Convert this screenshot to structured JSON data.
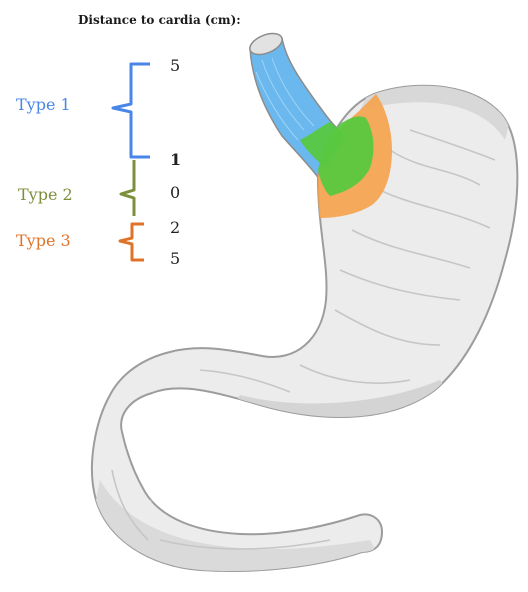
{
  "header": {
    "title": "Distance to cardia (cm):"
  },
  "types": [
    {
      "label": "Type 1",
      "color": "#4a86e8"
    },
    {
      "label": "Type 2",
      "color": "#7c8f3a"
    },
    {
      "label": "Type 3",
      "color": "#e0732a"
    }
  ],
  "scale": [
    "5",
    "1",
    "0",
    "2",
    "5"
  ],
  "colors": {
    "esophagus": "#6ab8ee",
    "junction": "#58c840",
    "cardia": "#f6a24a",
    "stomach_fill": "#ececec",
    "stomach_outline": "#9c9c9c"
  }
}
